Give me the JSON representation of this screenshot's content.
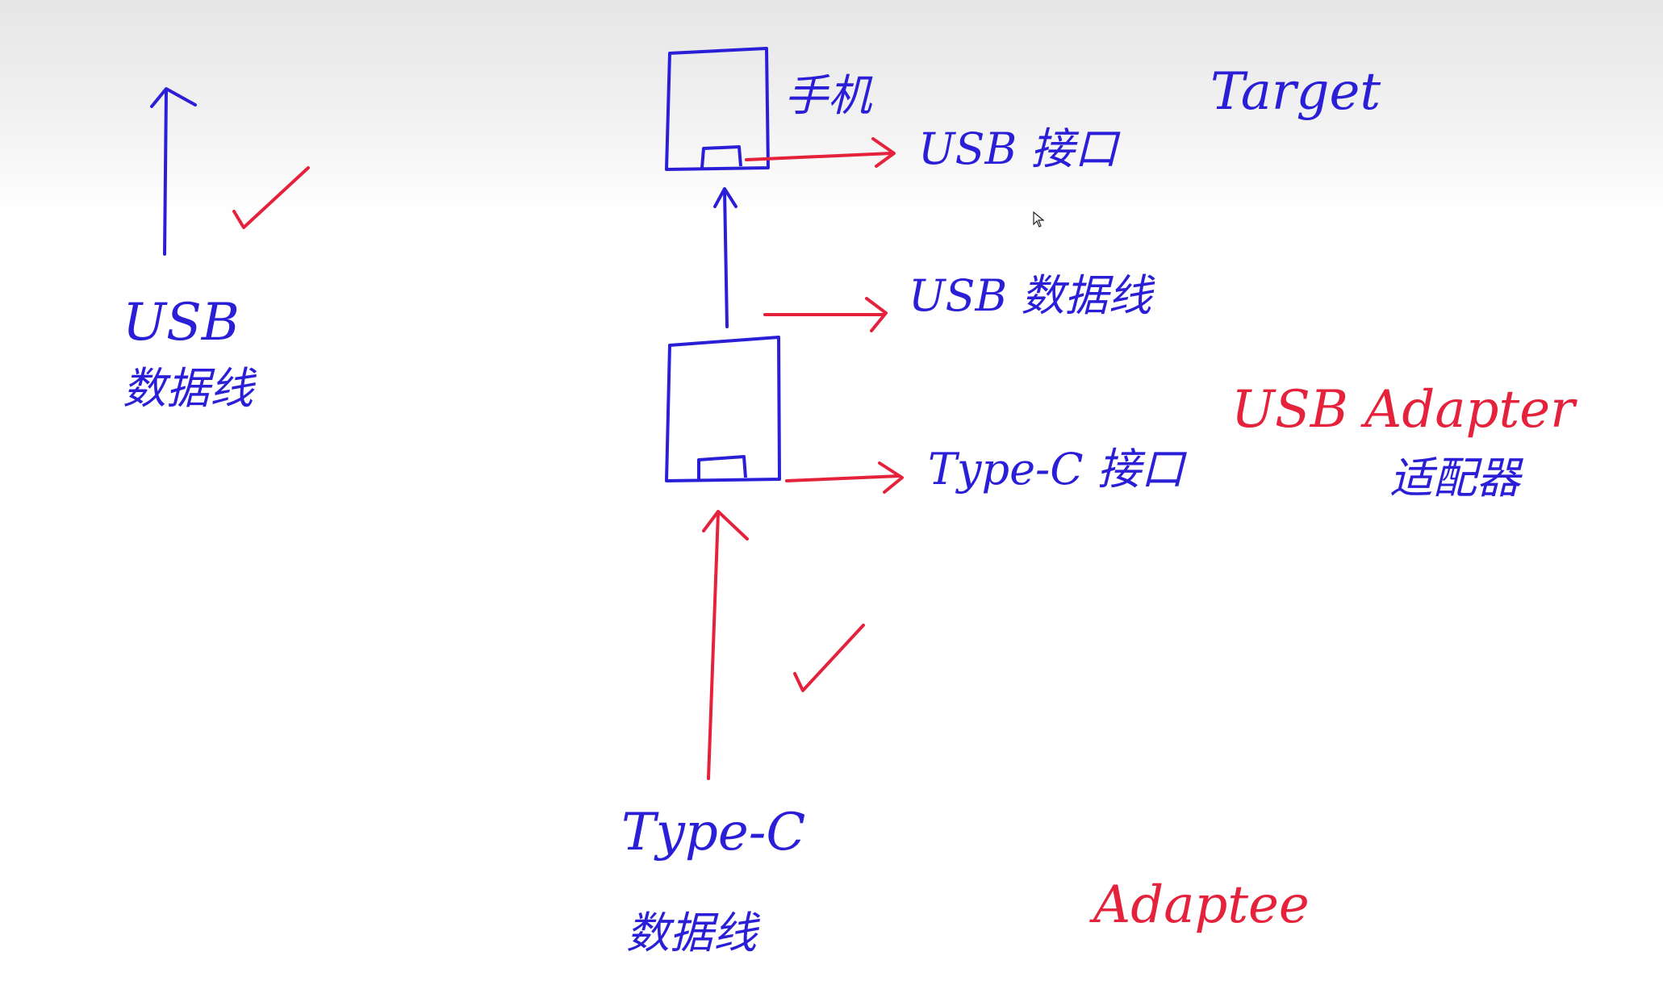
{
  "colors": {
    "blue_ink": "#2a1fd6",
    "red_ink": "#e5223b"
  },
  "labels": {
    "usb_line_left": [
      "USB",
      "数据线"
    ],
    "phone": "手机",
    "usb_port": "USB 接口",
    "target": "Target",
    "usb_line_mid": "USB 数据线",
    "usb_adapter": "USB Adapter",
    "adapter_cn": "适配器",
    "type_c_port": "Type-C 接口",
    "type_c_line": [
      "Type-C",
      "数据线"
    ],
    "adaptee": "Adaptee"
  },
  "icons": {
    "pointer": "cursor-arrow-icon",
    "check": "checkmark-icon"
  }
}
